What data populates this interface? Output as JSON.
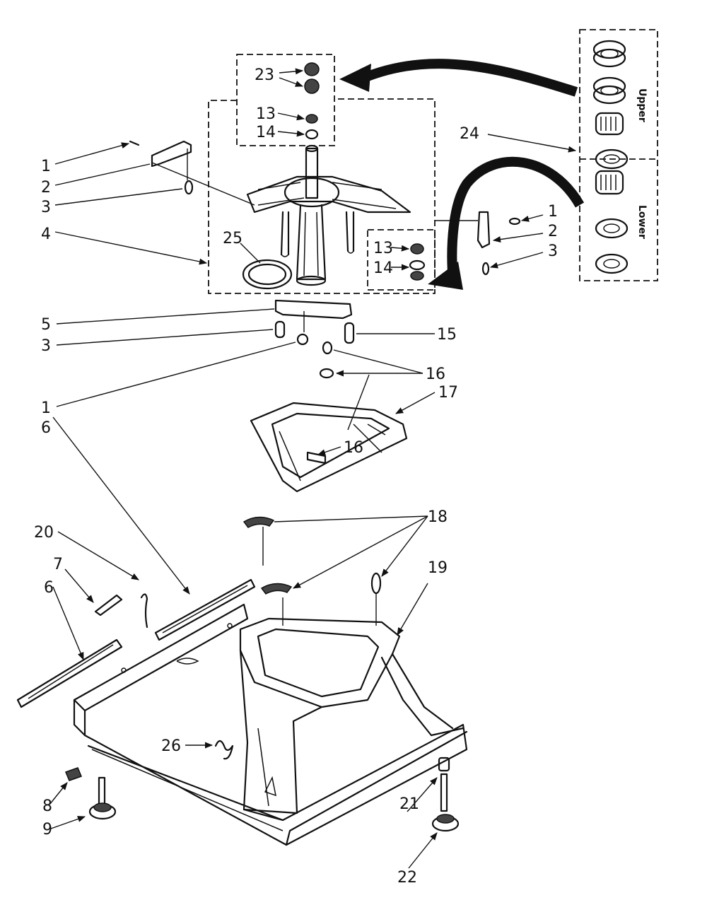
{
  "labels": {
    "l1a": "1",
    "l2a": "2",
    "l3a": "3",
    "l4": "4",
    "l25": "25",
    "l23": "23",
    "l13a": "13",
    "l14a": "14",
    "l24": "24",
    "l1b": "1",
    "l2b": "2",
    "l3b": "3",
    "l13b": "13",
    "l14b": "14",
    "l5": "5",
    "l3c": "3",
    "l15": "15",
    "l16a": "16",
    "l1c": "1",
    "l6a": "6",
    "l17": "17",
    "l16b": "16",
    "l18": "18",
    "l20": "20",
    "l7": "7",
    "l6b": "6",
    "l19": "19",
    "l26": "26",
    "l8": "8",
    "l9": "9",
    "l21": "21",
    "l22": "22"
  },
  "kit_box": {
    "upper_label": "Upper",
    "lower_label": "Lower"
  },
  "colors": {
    "ink": "#111111",
    "paper": "#ffffff"
  }
}
